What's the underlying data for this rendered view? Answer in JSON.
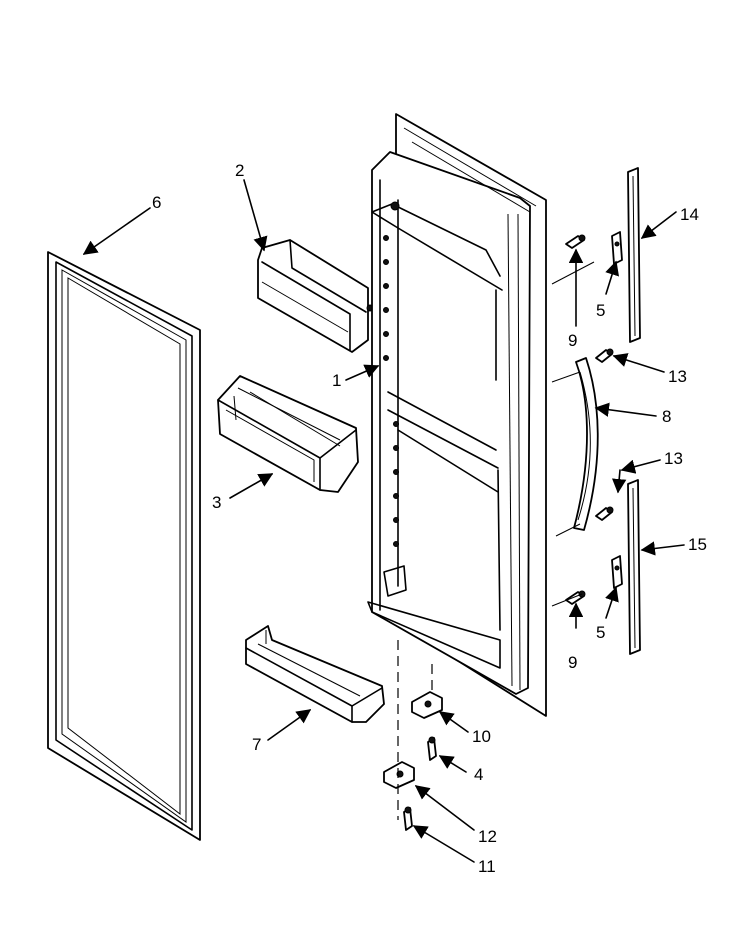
{
  "diagram": {
    "callouts": [
      {
        "id": "c1",
        "text": "1"
      },
      {
        "id": "c2",
        "text": "2"
      },
      {
        "id": "c3",
        "text": "3"
      },
      {
        "id": "c4",
        "text": "4"
      },
      {
        "id": "c5a",
        "text": "5"
      },
      {
        "id": "c5b",
        "text": "5"
      },
      {
        "id": "c6",
        "text": "6"
      },
      {
        "id": "c7",
        "text": "7"
      },
      {
        "id": "c8",
        "text": "8"
      },
      {
        "id": "c9a",
        "text": "9"
      },
      {
        "id": "c9b",
        "text": "9"
      },
      {
        "id": "c10",
        "text": "10"
      },
      {
        "id": "c11",
        "text": "11"
      },
      {
        "id": "c12",
        "text": "12"
      },
      {
        "id": "c13a",
        "text": "13"
      },
      {
        "id": "c13b",
        "text": "13"
      },
      {
        "id": "c14",
        "text": "14"
      },
      {
        "id": "c15",
        "text": "15"
      }
    ]
  }
}
